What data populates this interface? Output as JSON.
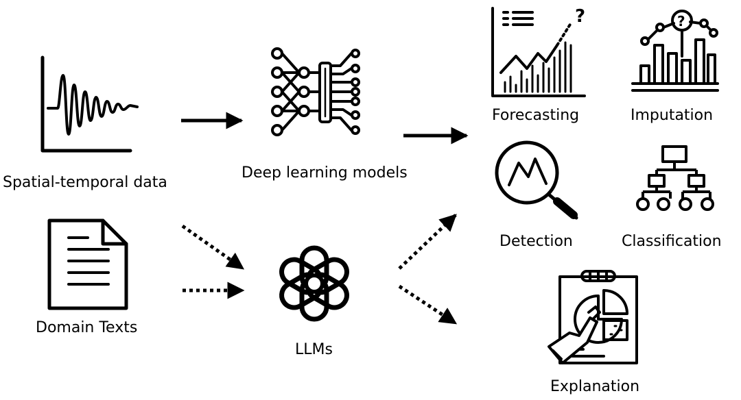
{
  "labels": {
    "spatial_temporal": "Spatial-temporal data",
    "domain_texts": "Domain Texts",
    "deep_learning": "Deep learning models",
    "llms": "LLMs",
    "forecasting": "Forecasting",
    "imputation": "Imputation",
    "detection": "Detection",
    "classification": "Classification",
    "explanation": "Explanation"
  },
  "icons": {
    "signal": "signal-plot-icon",
    "document": "document-icon",
    "neural_net": "neural-network-icon",
    "llm_logo": "openai-logo-icon",
    "forecasting": "forecast-chart-icon",
    "imputation": "imputation-chart-icon",
    "detection": "magnifier-icon",
    "classification": "hierarchy-tree-icon",
    "explanation": "clipboard-pie-icon"
  },
  "colors": {
    "ink": "#000000",
    "background": "#ffffff"
  }
}
